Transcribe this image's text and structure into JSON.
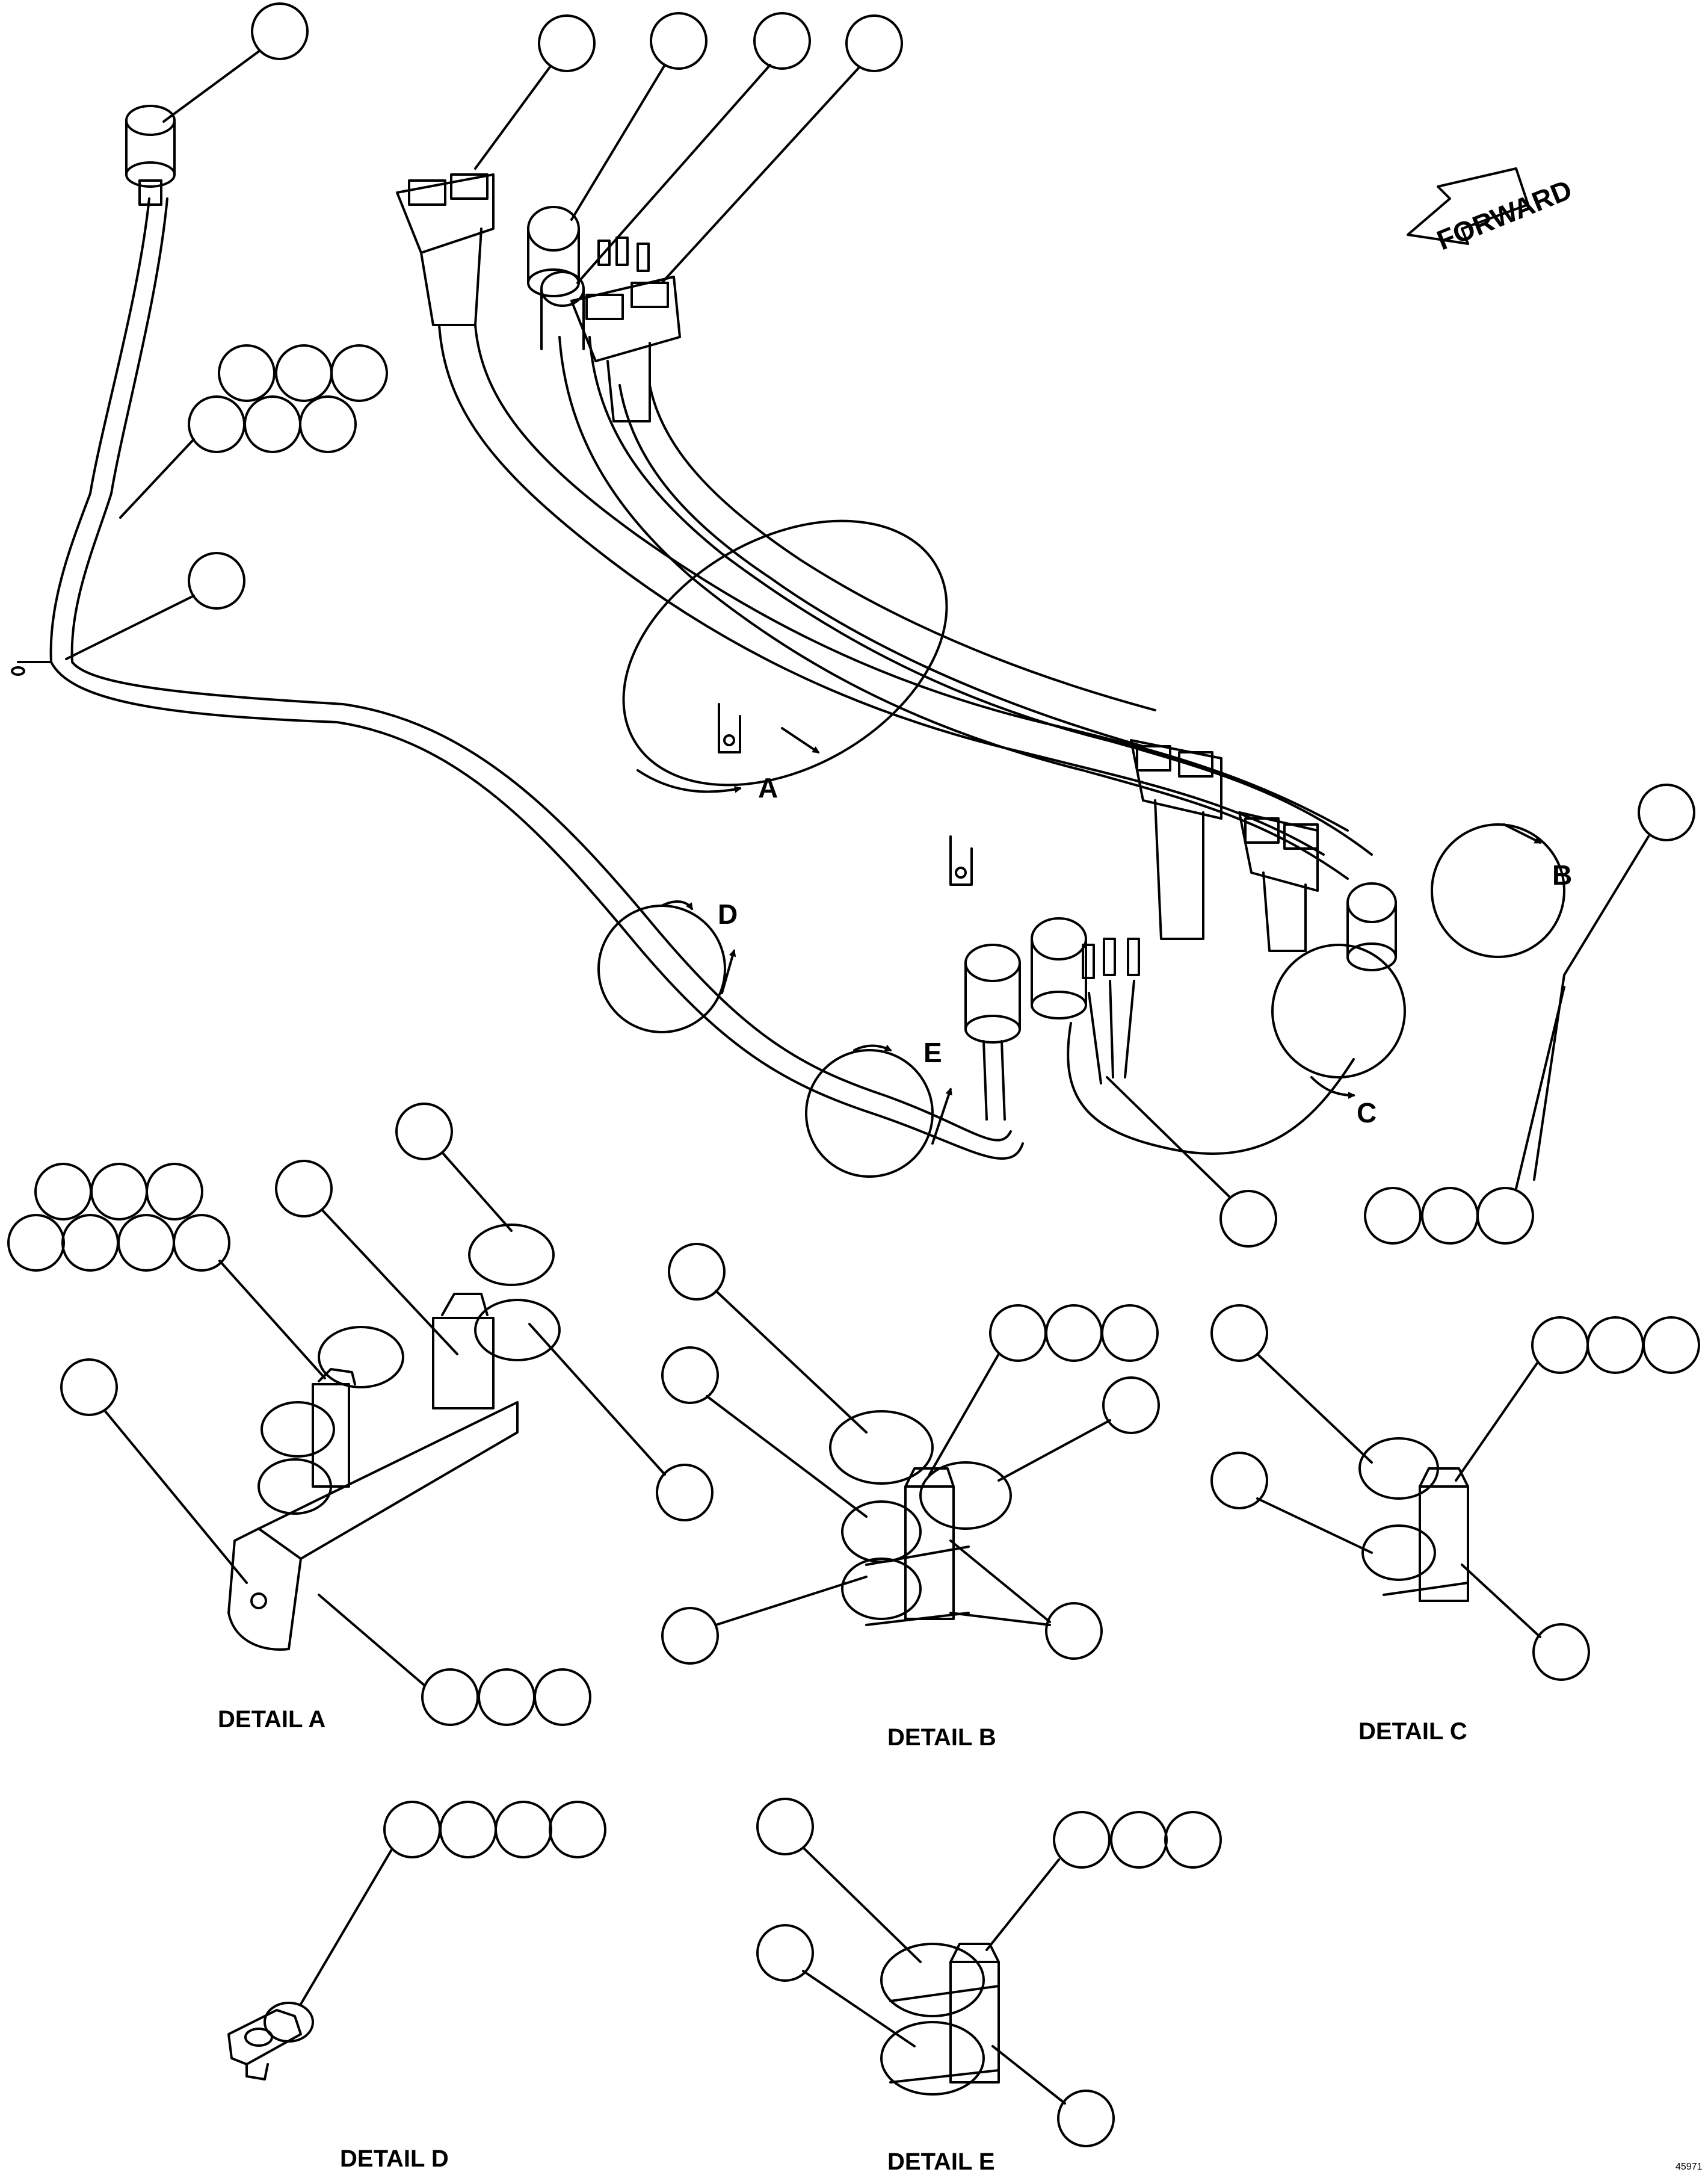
{
  "forward_label": "FORWARD",
  "view_labels": {
    "a": "A",
    "b": "B",
    "c": "C",
    "d": "D",
    "e": "E"
  },
  "detail_titles": {
    "a": "DETAIL A",
    "b": "DETAIL B",
    "c": "DETAIL C",
    "d": "DETAIL D",
    "e": "DETAIL E"
  },
  "drawing_code": "45971"
}
